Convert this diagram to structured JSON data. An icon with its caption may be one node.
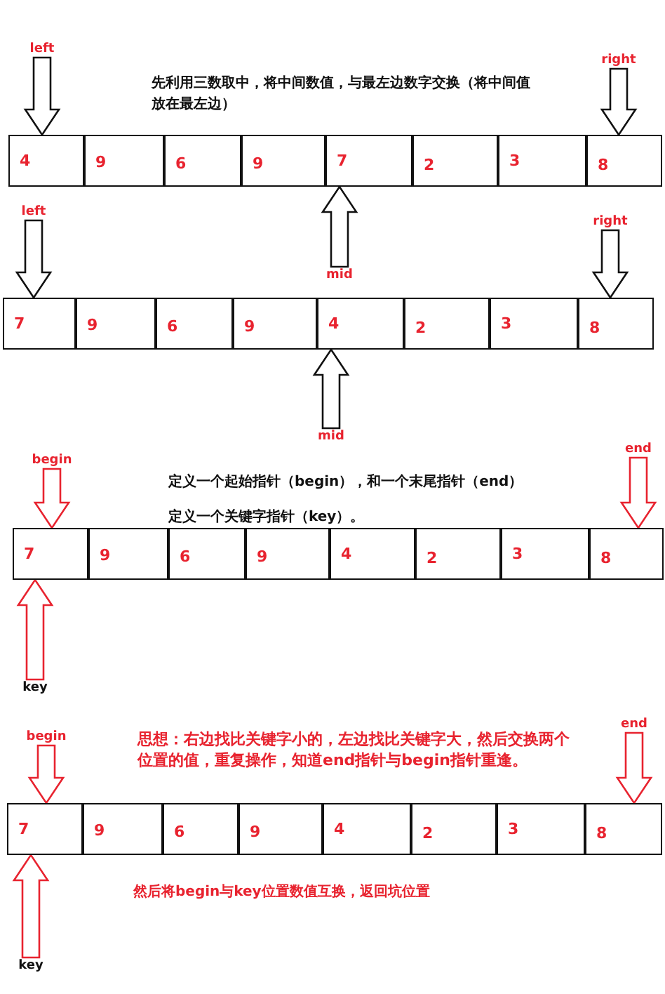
{
  "diagram": {
    "nodes": [
      {
        "text": [
          "left"
        ]
      },
      {
        "text": [
          "right"
        ]
      },
      {
        "text": [
          "4"
        ]
      },
      {
        "text": [
          "9"
        ]
      },
      {
        "text": [
          "6"
        ]
      },
      {
        "text": [
          "9"
        ]
      },
      {
        "text": [
          "7"
        ]
      },
      {
        "text": [
          "2"
        ]
      },
      {
        "text": [
          "3"
        ]
      },
      {
        "text": [
          "8"
        ]
      },
      {
        "text": [
          "mid"
        ]
      },
      {
        "text": [
          "left"
        ]
      },
      {
        "text": [
          "right"
        ]
      },
      {
        "text": [
          "7"
        ]
      },
      {
        "text": [
          "9"
        ]
      },
      {
        "text": [
          "6"
        ]
      },
      {
        "text": [
          "9"
        ]
      },
      {
        "text": [
          "4"
        ]
      },
      {
        "text": [
          "2"
        ]
      },
      {
        "text": [
          "3"
        ]
      },
      {
        "text": [
          "8"
        ]
      },
      {
        "text": [
          "mid"
        ]
      },
      {
        "text": [
          "begin"
        ]
      },
      {
        "text": [
          "end"
        ]
      },
      {
        "text": [
          "7"
        ]
      },
      {
        "text": [
          "9"
        ]
      },
      {
        "text": [
          "6"
        ]
      },
      {
        "text": [
          "9"
        ]
      },
      {
        "text": [
          "4"
        ]
      },
      {
        "text": [
          "2"
        ]
      },
      {
        "text": [
          "3"
        ]
      },
      {
        "text": [
          "8"
        ]
      },
      {
        "text": [
          "key"
        ]
      },
      {
        "text": [
          "begin"
        ]
      },
      {
        "text": [
          "end"
        ]
      },
      {
        "text": [
          "7"
        ]
      },
      {
        "text": [
          "9"
        ]
      },
      {
        "text": [
          "6"
        ]
      },
      {
        "text": [
          "9"
        ]
      },
      {
        "text": [
          "4"
        ]
      },
      {
        "text": [
          "2"
        ]
      },
      {
        "text": [
          "3"
        ]
      },
      {
        "text": [
          "8"
        ]
      },
      {
        "text": [
          "key"
        ]
      }
    ],
    "edges": [
      {
        "from": 0,
        "to": 2,
        "arrow": "to"
      },
      {
        "from": 1,
        "to": 9,
        "arrow": "to"
      },
      {
        "from": 10,
        "to": 6,
        "arrow": "to"
      },
      {
        "from": 11,
        "to": 13,
        "arrow": "to"
      },
      {
        "from": 12,
        "to": 20,
        "arrow": "to"
      },
      {
        "from": 21,
        "to": 17,
        "arrow": "to"
      },
      {
        "from": 22,
        "to": 24,
        "arrow": "to",
        "color": "#e8232f"
      },
      {
        "from": 23,
        "to": 31,
        "arrow": "to",
        "color": "#e8232f"
      },
      {
        "from": 32,
        "to": 24,
        "arrow": "to",
        "color": "#e8232f"
      },
      {
        "from": 33,
        "to": 35,
        "arrow": "to",
        "color": "#e8232f"
      },
      {
        "from": 34,
        "to": 42,
        "arrow": "to",
        "color": "#e8232f"
      },
      {
        "from": 43,
        "to": 35,
        "arrow": "to",
        "color": "#e8232f"
      }
    ],
    "labels": [
      "先利用三数取中，将中间数值，与最左边数字交换（将中间值放在最左边）",
      "定义一个起始指针（begin），和一个末尾指针（end）",
      "定义一个关键字指针（key）。",
      "思想：右边找比关键字小的，左边找比关键字大，然后交换两个位置的值，重复操作，知道end指针与begin指针重逢。",
      "然后将begin与key位置数值互换，返回坑位置"
    ]
  }
}
